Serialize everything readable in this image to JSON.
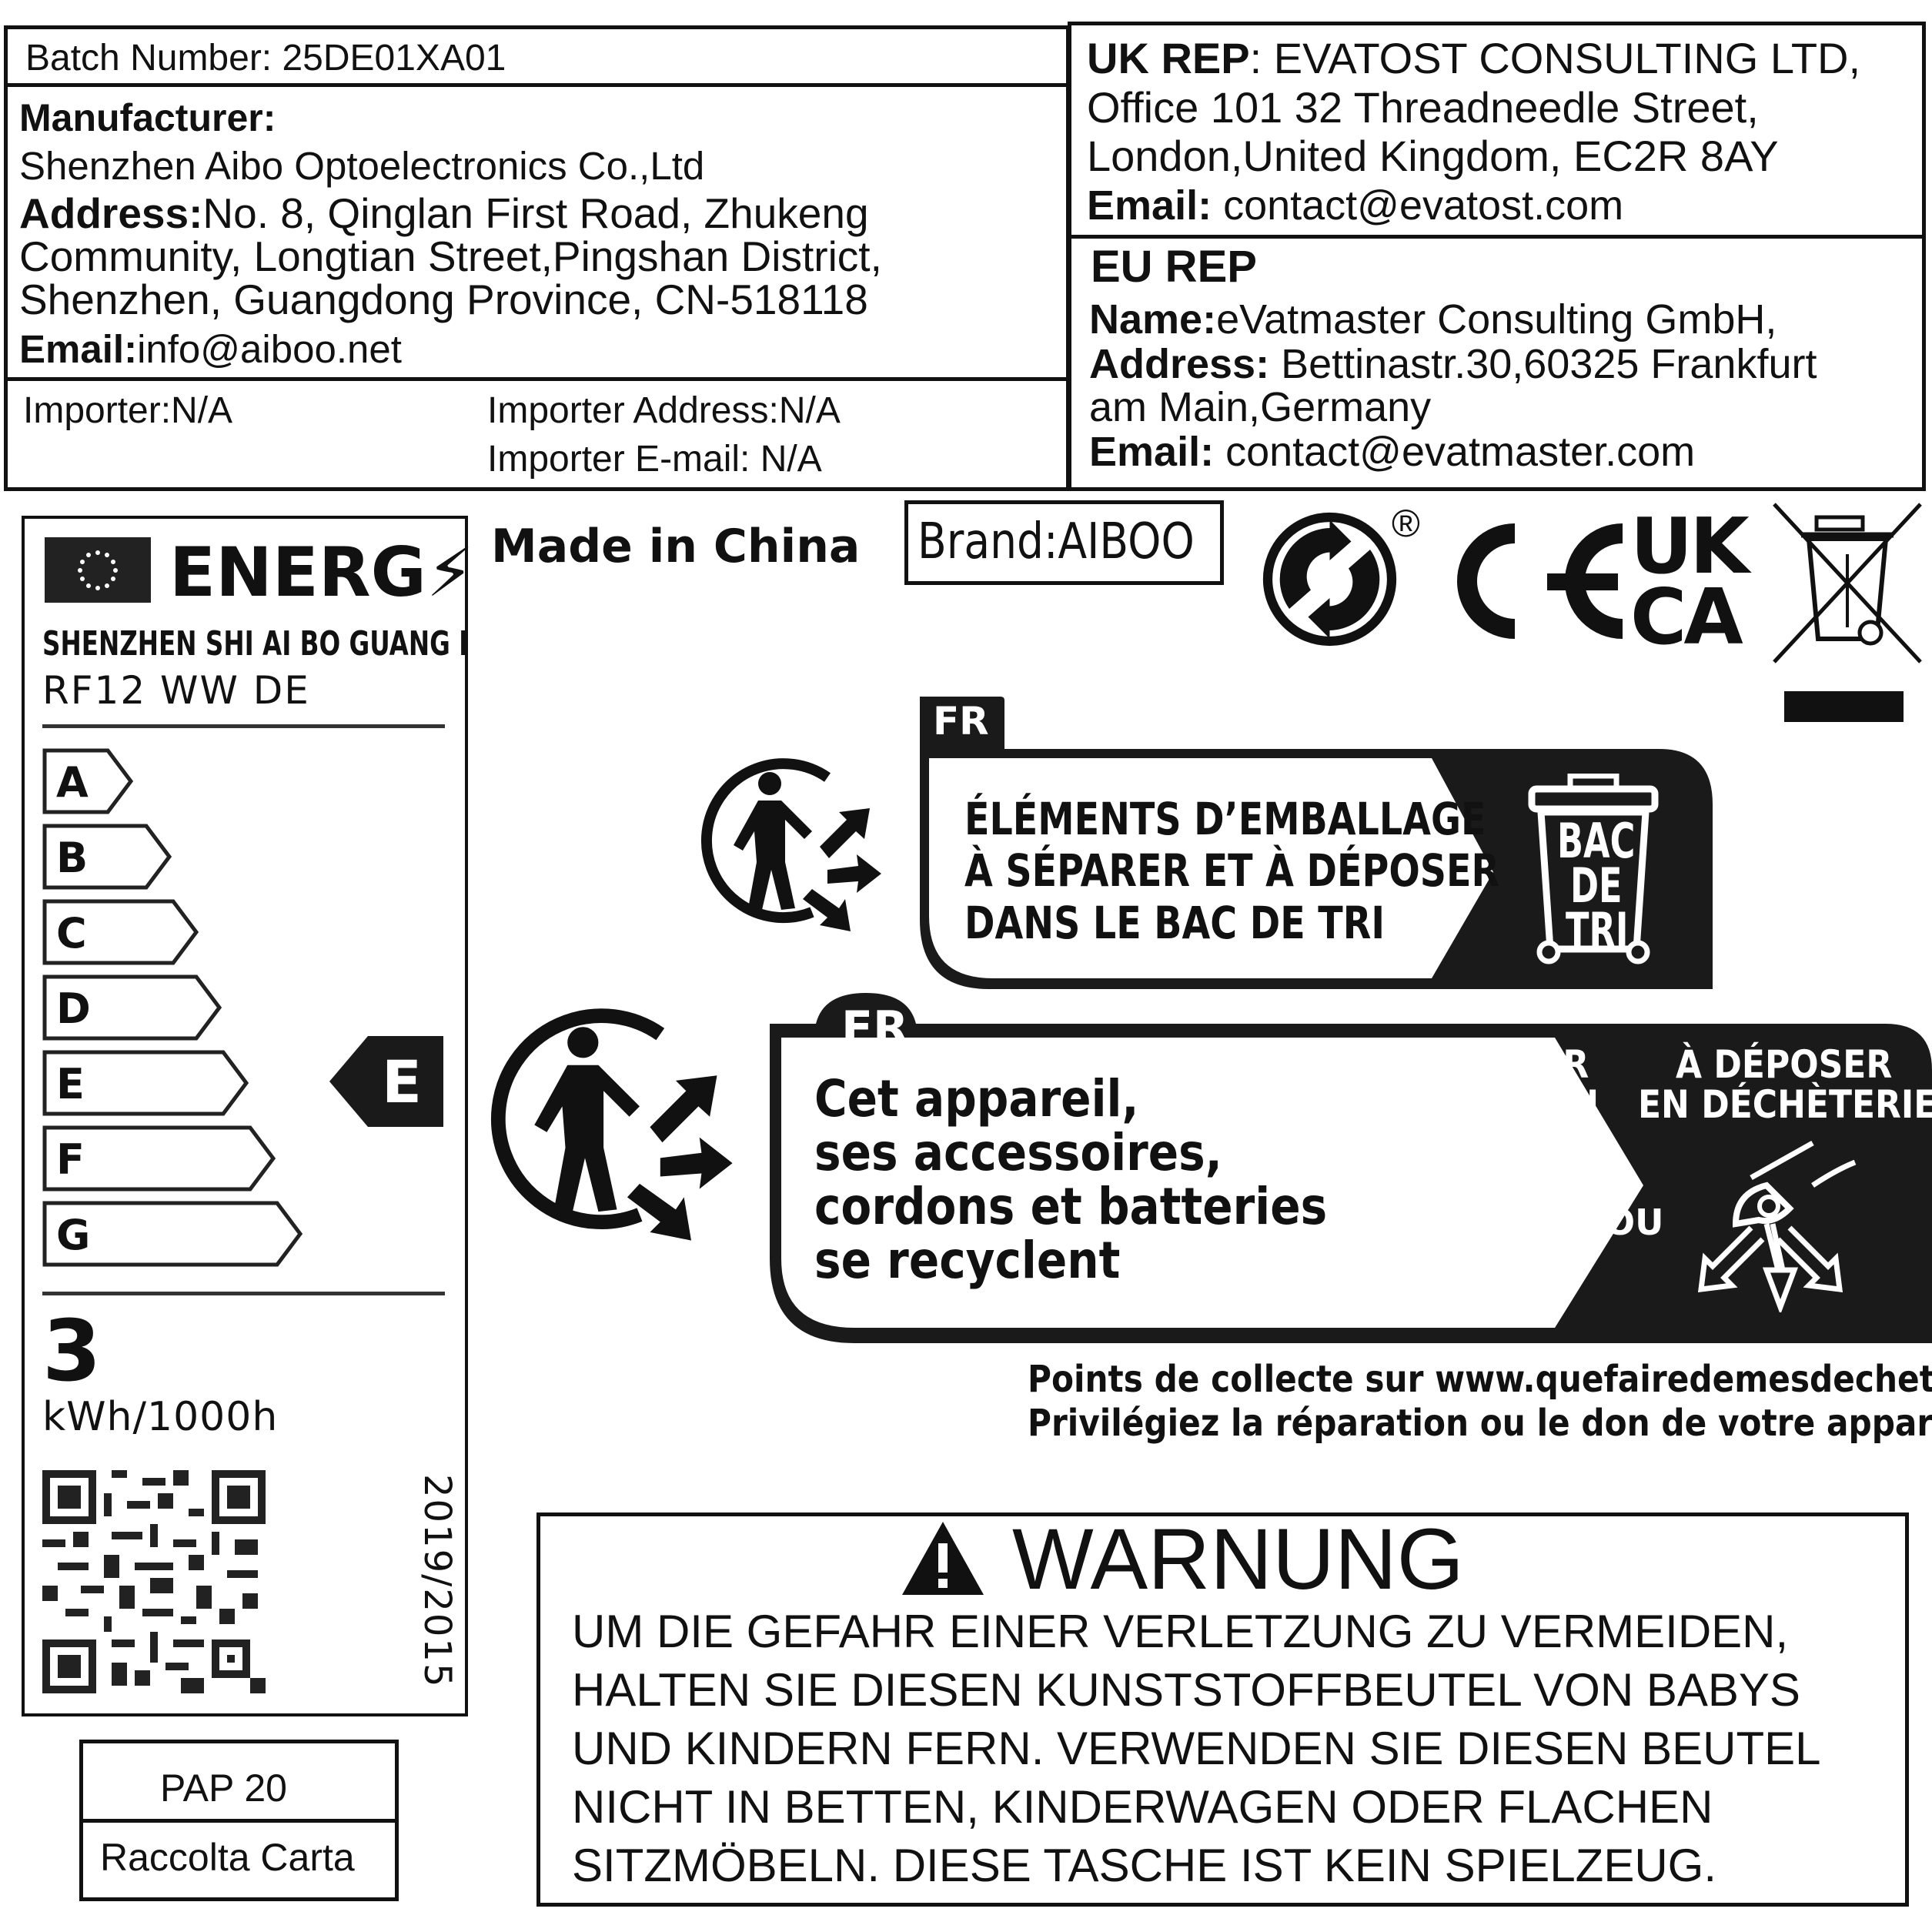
{
  "top_left": {
    "batch": "Batch Number: 25DE01XA01",
    "manufacturer_heading": "Manufacturer:",
    "manufacturer_name": "Shenzhen Aibo Optoelectronics Co.,Ltd",
    "address_label": "Address:",
    "address_line1": "No. 8, Qinglan First Road, Zhukeng",
    "address_line2": "Community, Longtian Street,Pingshan District,",
    "address_line3": "Shenzhen, Guangdong Province, CN-518118",
    "email_label": "Email:",
    "email_value": "info@aiboo.net",
    "importer": "Importer:N/A",
    "importer_address": "Importer Address:N/A",
    "importer_email": "Importer E-mail: N/A"
  },
  "uk_rep": {
    "label": "UK REP",
    "colon_name": ":  EVATOST CONSULTING LTD,",
    "line2": "Office 101 32 Threadneedle Street,",
    "line3": "London,United Kingdom, EC2R 8AY",
    "email_label": "Email:",
    "email_value": " contact@evatost.com"
  },
  "eu_rep": {
    "label": "EU REP",
    "name_label": "Name:",
    "name_value": "eVatmaster Consulting GmbH,",
    "address_label": "Address:",
    "address_value": " Bettinastr.30,60325 Frankfurt",
    "address_line2": "am Main,Germany",
    "email_label": "Email:",
    "email_value": " contact@evatmaster.com"
  },
  "energy_label": {
    "title": "ENERG",
    "supplier": "SHENZHEN SHI AI BO GUANG DIAN YO",
    "model": "RF12 WW DE",
    "classes": [
      "A",
      "B",
      "C",
      "D",
      "E",
      "F",
      "G"
    ],
    "selected_class": "E",
    "consumption_value": "3",
    "consumption_unit": "kWh/1000h",
    "regulation": "2019/2015"
  },
  "made_in": "Made in China",
  "brand": "Brand:AIBOO",
  "registered_mark": "®",
  "marks": {
    "ce": "CE",
    "ukca_top": "UK",
    "ukca_bottom": "CA"
  },
  "triman_packaging": {
    "tag": "FR",
    "line1": "ÉLÉMENTS D’EMBALLAGE",
    "line2": "À SÉPARER ET À DÉPOSER",
    "line3": "DANS LE BAC DE TRI",
    "bin_line1": "BAC",
    "bin_line2": "DE",
    "bin_line3": "TRI"
  },
  "triman_device": {
    "tag": "FR",
    "line1": "Cet appareil,",
    "line2": "ses accessoires,",
    "line3": "cordons et batteries",
    "line4": "se recyclent",
    "store_line1": "À DÉPOSER",
    "store_line2": "EN MAGASIN",
    "or": "OU",
    "dump_line1": "À DÉPOSER",
    "dump_line2": "EN DÉCHÈTERIE",
    "footer1": "Points de collecte sur www.quefairedemesdechets.fr",
    "footer2": "Privilégiez la réparation ou le don de votre appareil !"
  },
  "pap": {
    "code": "PAP 20",
    "label": "Raccolta Carta"
  },
  "warning": {
    "title": "WARNUNG",
    "line1": "UM DIE GEFAHR EINER VERLETZUNG ZU VERMEIDEN,",
    "line2": "HALTEN SIE DIESEN KUNSTSTOFFBEUTEL VON BABYS",
    "line3": "UND KINDERN FERN. VERWENDEN SIE DIESEN BEUTEL",
    "line4": "NICHT IN BETTEN, KINDERWAGEN ODER FLACHEN",
    "line5": "SITZMÖBELN. DIESE TASCHE IST KEIN SPIELZEUG."
  }
}
